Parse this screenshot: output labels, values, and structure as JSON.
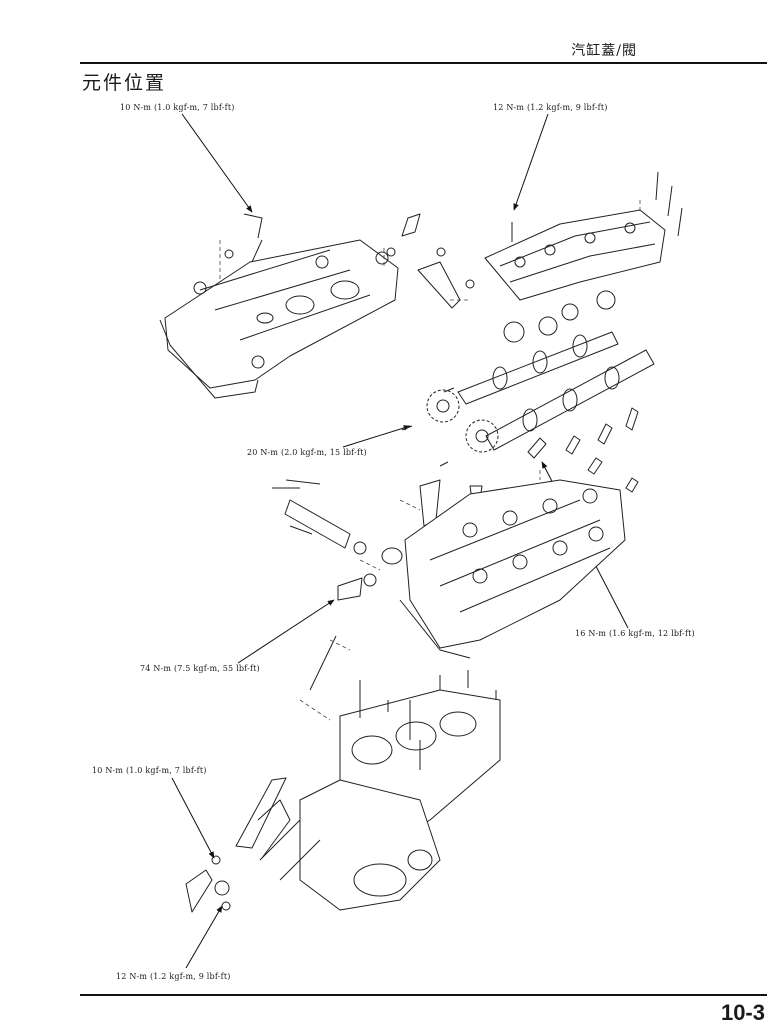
{
  "header": {
    "chapter_title": "汽缸蓋/閥"
  },
  "section": {
    "title": "元件位置"
  },
  "torque_labels": [
    "10 N-m (1.0 kgf-m, 7 lbf-ft)",
    "12 N-m (1.2 kgf-m, 9 lbf-ft)",
    "20 N-m (2.0 kgf-m, 15 lbf-ft)",
    "16 N-m (1.6 kgf-m, 12 lbf-ft)",
    "74 N-m (7.5 kgf-m, 55 lbf-ft)",
    "10 N-m (1.0 kgf-m, 7 lbf-ft)",
    "12 N-m (1.2 kgf-m, 9 lbf-ft)"
  ],
  "footer": {
    "page_number": "10-3"
  }
}
